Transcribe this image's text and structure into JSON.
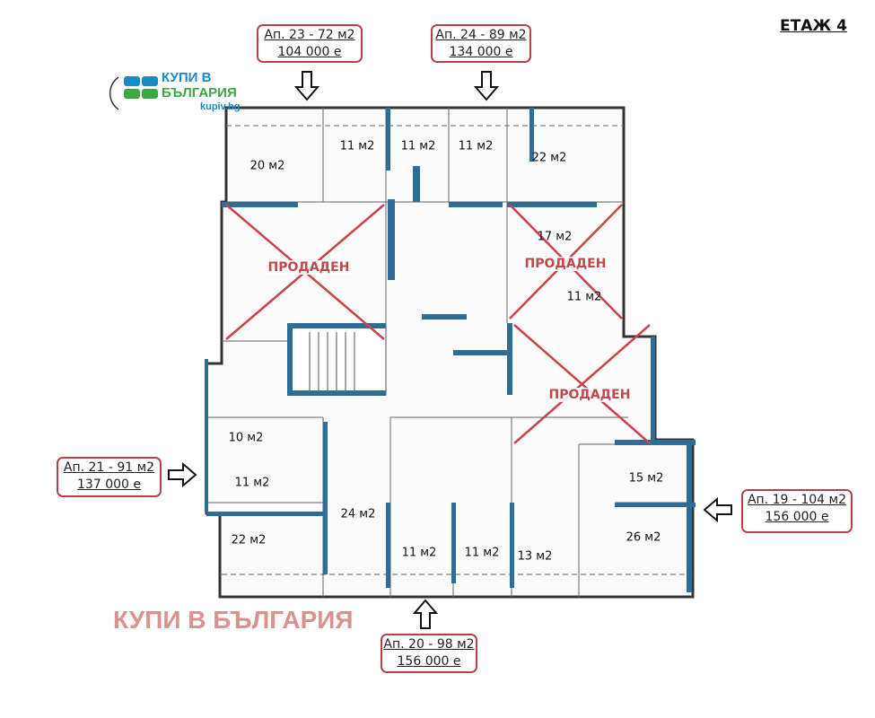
{
  "floor_label": "ЕТАЖ 4",
  "logo": {
    "line1": "КУПИ В",
    "line2": "БЪЛГАРИЯ",
    "domain": "kupiv.bg"
  },
  "watermark": "КУПИ В БЪЛГАРИЯ",
  "apartments": [
    {
      "title": "Ап. 23 - 72 м2",
      "price": "104 000 е",
      "arrow": "down"
    },
    {
      "title": "Ап. 24 - 89 м2",
      "price": "134 000 е",
      "arrow": "down"
    },
    {
      "title": "Ап. 21 - 91 м2",
      "price": "137 000 е",
      "arrow": "right"
    },
    {
      "title": "Ап. 19 - 104 м2",
      "price": "156 000 е",
      "arrow": "left"
    },
    {
      "title": "Ап. 20 - 98 м2",
      "price": "156 000 е",
      "arrow": "up"
    }
  ],
  "rooms": [
    "20 м2",
    "11 м2",
    "11 м2",
    "11 м2",
    "22 м2",
    "17 м2",
    "11 м2",
    "10 м2",
    "11 м2",
    "24 м2",
    "22 м2",
    "11 м2",
    "11 м2",
    "13 м2",
    "15 м2",
    "26 м2"
  ],
  "sold_label": "ПРОДАДЕН",
  "colors": {
    "wall_accent": "#2f6d99",
    "sold_cross": "#c9434b",
    "callout_border": "#b5414a"
  }
}
